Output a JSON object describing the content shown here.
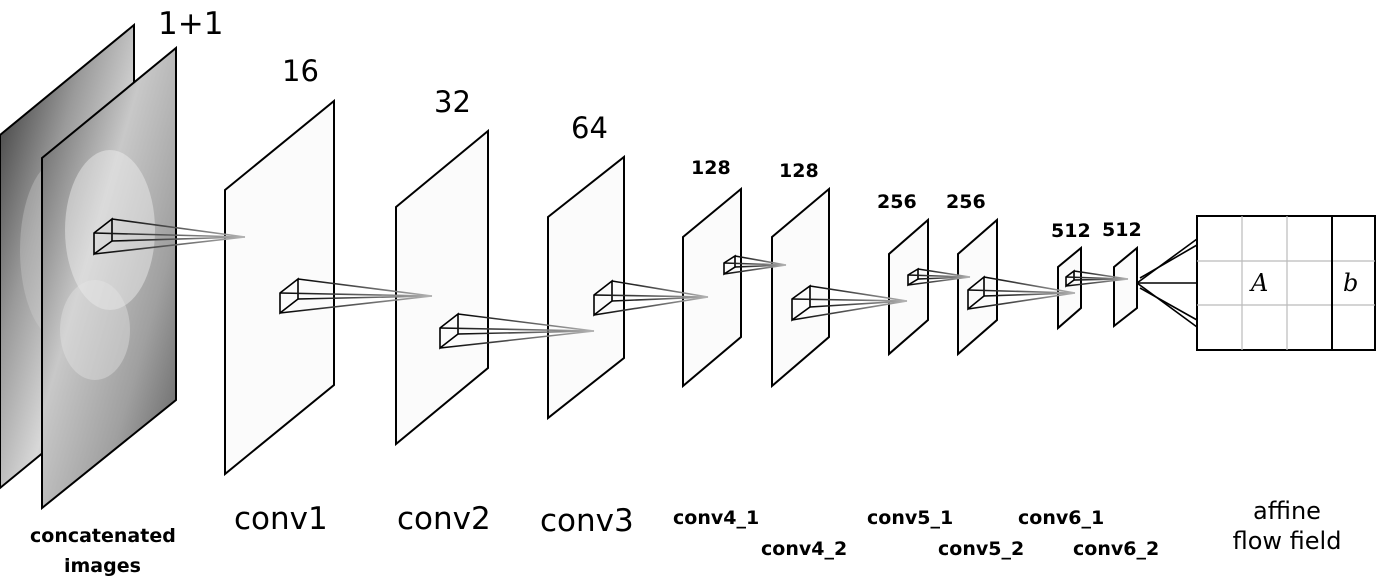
{
  "input": {
    "channels": "1+1",
    "label_line1": "concatenated",
    "label_line2": "images"
  },
  "layers": [
    {
      "name": "conv1",
      "channels": "16"
    },
    {
      "name": "conv2",
      "channels": "32"
    },
    {
      "name": "conv3",
      "channels": "64"
    },
    {
      "name": "conv4_1",
      "channels": "128"
    },
    {
      "name": "conv4_2",
      "channels": "128"
    },
    {
      "name": "conv5_1",
      "channels": "256"
    },
    {
      "name": "conv5_2",
      "channels": "256"
    },
    {
      "name": "conv6_1",
      "channels": "512"
    },
    {
      "name": "conv6_2",
      "channels": "512"
    }
  ],
  "output": {
    "label_line1": "affine",
    "label_line2": "flow field",
    "matrix_symbol": "A",
    "vector_symbol": "b"
  }
}
